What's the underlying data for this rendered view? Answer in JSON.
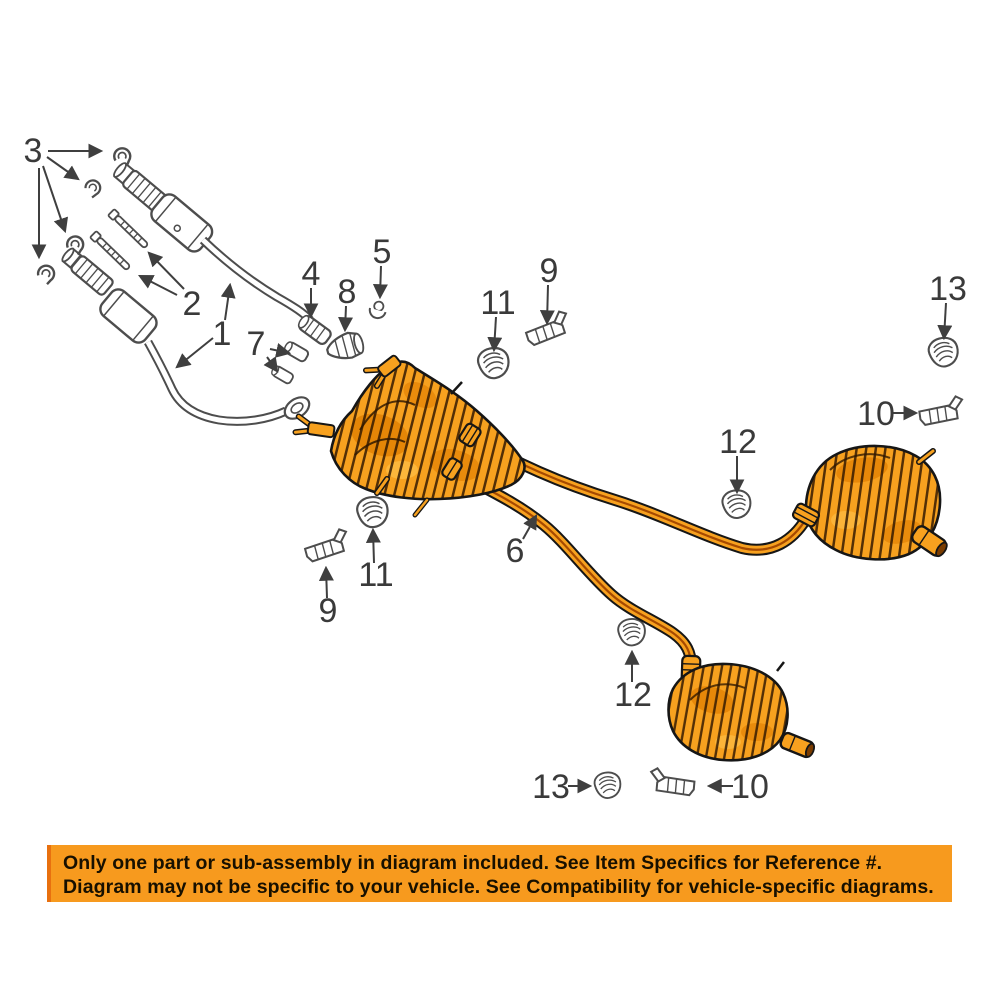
{
  "banner": {
    "line1": "Only one part or sub-assembly in diagram included. See Item Specifics for Reference #.",
    "line2": "Diagram may not be specific to your vehicle. See Compatibility for vehicle-specific diagrams.",
    "bg_color": "#F79A1E",
    "text_color": "#171000"
  },
  "colors": {
    "highlight_orange": "#F7A11F",
    "highlight_shadow": "#DF7D00",
    "highlight_stripe": "#A64A00",
    "part_outline": "#161616",
    "line_art": "#4D4D4D",
    "callout_text": "#3A3A3A"
  },
  "callouts": {
    "c1": {
      "text": "1"
    },
    "c2": {
      "text": "2"
    },
    "c3": {
      "text": "3"
    },
    "c4": {
      "text": "4"
    },
    "c5": {
      "text": "5"
    },
    "c6": {
      "text": "6"
    },
    "c7": {
      "text": "7"
    },
    "c8": {
      "text": "8"
    },
    "c9a": {
      "text": "9"
    },
    "c9b": {
      "text": "9"
    },
    "c10a": {
      "text": "10"
    },
    "c10b": {
      "text": "10"
    },
    "c11a": {
      "text": "11"
    },
    "c11b": {
      "text": "11"
    },
    "c12a": {
      "text": "12"
    },
    "c12b": {
      "text": "12"
    },
    "c13a": {
      "text": "13"
    },
    "c13b": {
      "text": "13"
    }
  }
}
